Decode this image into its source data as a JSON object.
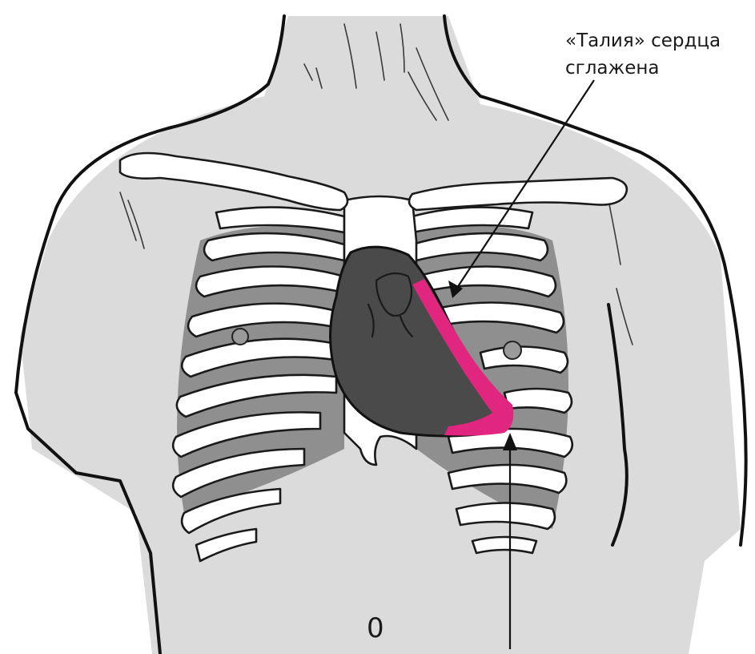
{
  "diagram": {
    "callout_top": {
      "line1": "«Талия» сердца",
      "line2": "сглажена"
    },
    "bottom_label": "0",
    "colors": {
      "heart": "#4a4a4a",
      "highlight": "#e0267f",
      "outline": "#111111",
      "skin_shade": "#bdbdbd",
      "intercostal": "#8f8f8f"
    },
    "icons": {
      "arrow": "arrow-line",
      "heart": "heart-silhouette"
    }
  }
}
